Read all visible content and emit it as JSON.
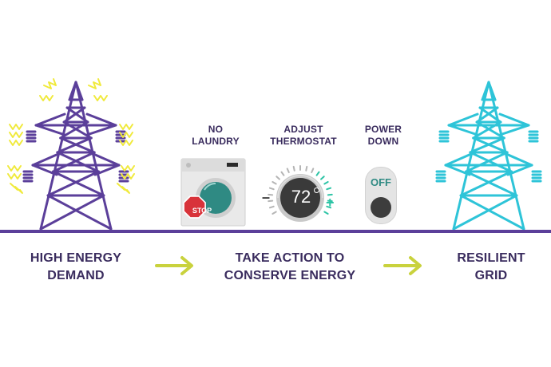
{
  "actions": [
    {
      "line1": "NO",
      "line2": "LAUNDRY",
      "icon": "washing-machine-icon",
      "badge": "STOP"
    },
    {
      "line1": "ADJUST",
      "line2": "THERMOSTAT",
      "icon": "thermostat-icon",
      "value": "72",
      "minus": "–",
      "plus": "+"
    },
    {
      "line1": "POWER",
      "line2": "DOWN",
      "icon": "power-switch-icon",
      "switch_text": "OFF"
    }
  ],
  "stages": [
    {
      "line1": "HIGH ENERGY",
      "line2": "DEMAND"
    },
    {
      "line1": "TAKE ACTION TO",
      "line2": "CONSERVE ENERGY"
    },
    {
      "line1": "RESILIENT",
      "line2": "GRID"
    }
  ],
  "colors": {
    "tower_high": "#5b3f9a",
    "tower_resilient": "#2ec4d8",
    "spark": "#f0ea3c",
    "ground": "#5b3f9a",
    "arrow": "#c9d23d",
    "text": "#3a2c5e",
    "stop": "#d8333a",
    "appliance_teal": "#2f8a83"
  }
}
